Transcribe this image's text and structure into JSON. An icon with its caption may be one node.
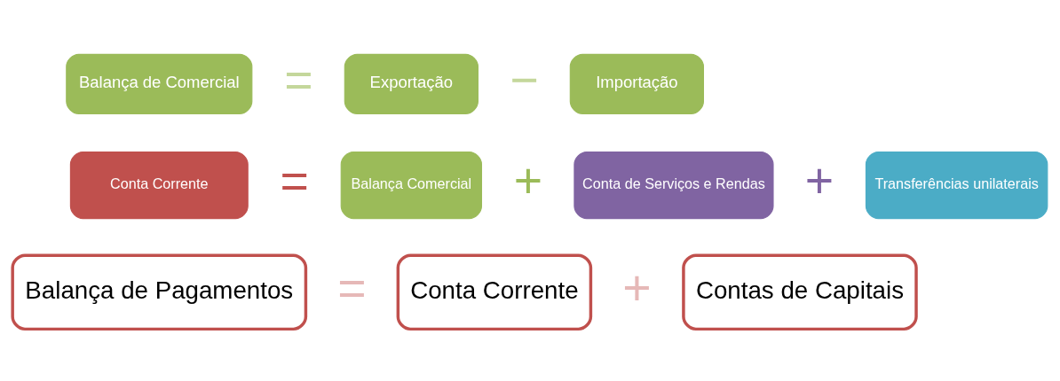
{
  "diagram": {
    "nodes": [
      {
        "text": [
          "Balança de Comercial"
        ]
      },
      {
        "text": [
          "Exportação"
        ]
      },
      {
        "text": [
          "Importação"
        ]
      },
      {
        "text": [
          "Conta Corrente"
        ]
      },
      {
        "text": [
          "Balança Comercial"
        ]
      },
      {
        "text": [
          "Conta de Serviços e Rendas"
        ]
      },
      {
        "text": [
          "Transferências unilaterais"
        ]
      },
      {
        "text": [
          "Balança de Pagamentos"
        ]
      },
      {
        "text": [
          "Conta Corrente"
        ]
      },
      {
        "text": [
          "Contas de Capitais"
        ]
      }
    ],
    "labels": [
      "=",
      "−",
      "=",
      "+",
      "+",
      "=",
      "+"
    ]
  }
}
